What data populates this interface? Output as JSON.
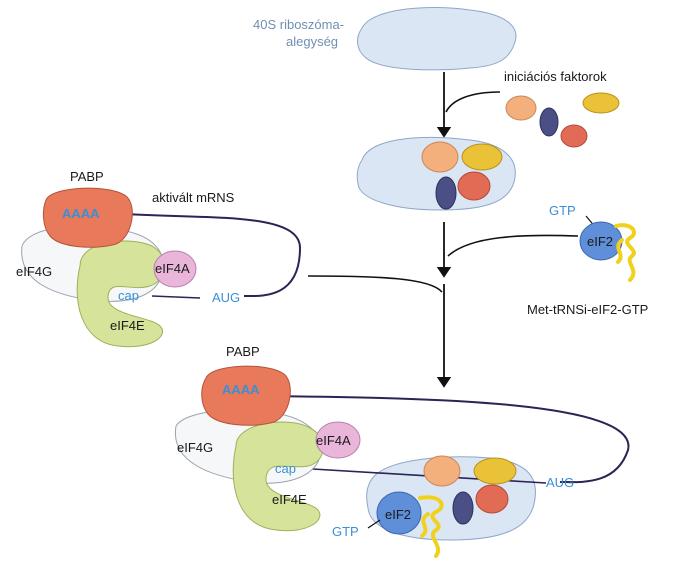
{
  "labels": {
    "ribosome_40s_line1": "40S riboszóma-",
    "ribosome_40s_line2": "alegység",
    "initiation_factors": "iniciációs faktorok",
    "activated_mrna": "aktivált mRNS",
    "met_trna_complex": "Met-tRNSi-eIF2-GTP",
    "pabp": "PABP",
    "aaaa": "AAAA",
    "eif4g": "eIF4G",
    "eif4a": "eIF4A",
    "eif4e": "eIF4E",
    "cap": "cap",
    "aug": "AUG",
    "gtp": "GTP",
    "eif2": "eIF2"
  },
  "colors": {
    "ribosome": "#d8e4f4",
    "pabp": "#e8795a",
    "eif4g": "#f6f7f8",
    "eif4a": "#e9b6da",
    "eif4e": "#d6e39a",
    "factor_orange": "#f3b07c",
    "factor_yellow": "#e9c238",
    "factor_purple": "#4b4f86",
    "factor_red": "#e26b55",
    "eif2": "#5f8fd8",
    "trna": "#f0d21e",
    "mrna_line": "#2b2455",
    "label_blue": "#3a8fd6"
  }
}
